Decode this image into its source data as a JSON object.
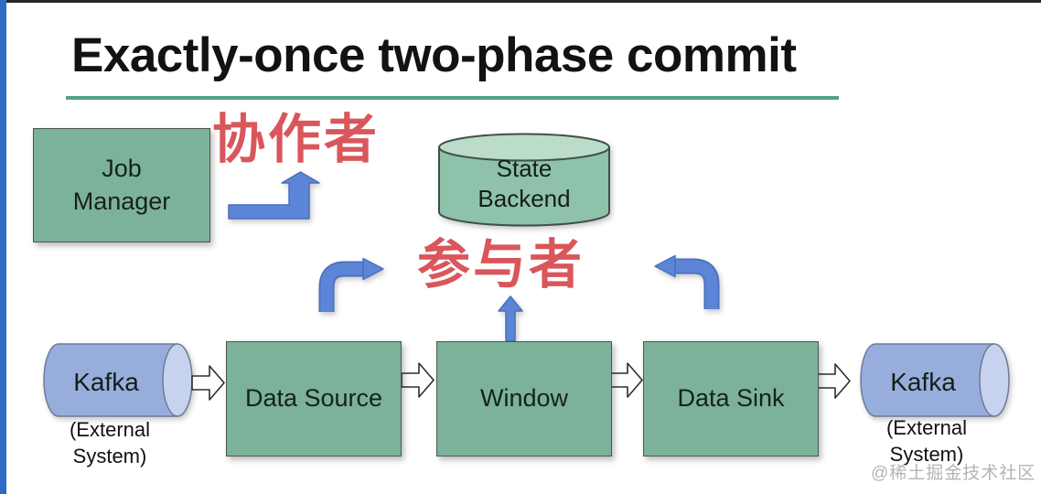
{
  "title": {
    "text": "Exactly-once two-phase commit"
  },
  "annotations": {
    "coordinator": "协作者",
    "participant": "参与者"
  },
  "nodes": {
    "job_manager": {
      "line1": "Job",
      "line2": "Manager"
    },
    "state_backend": {
      "line1": "State",
      "line2": "Backend"
    },
    "kafka_left": {
      "label": "Kafka",
      "sub_line1": "(External",
      "sub_line2": "System)"
    },
    "data_source": {
      "label": "Data Source"
    },
    "window": {
      "label": "Window"
    },
    "data_sink": {
      "label": "Data Sink"
    },
    "kafka_right": {
      "label": "Kafka",
      "sub_line1": "(External",
      "sub_line2": "System)"
    }
  },
  "colors": {
    "title_black": "#121212",
    "underline_green": "#53a287",
    "box_green": "#7cb29a",
    "box_border": "#4c564f",
    "cylinder_green_body": "#8fc2ab",
    "cylinder_green_top": "#bcdcca",
    "cylinder_green_border": "#40504a",
    "cylinder_blue_body": "#97aedd",
    "cylinder_blue_cap": "#c7d2ef",
    "cylinder_blue_border": "#6e7b97",
    "arrow_blue": "#5c85d8",
    "arrow_blue_border": "#4a70bd",
    "hollow_arrow_fill": "#fdfdfd",
    "hollow_arrow_border": "#2e2e2e",
    "annotation_red": "#d9565a",
    "left_bar_blue": "#2f6ac5",
    "top_line_dark": "#262626",
    "watermark_gray": "#b4b4b4"
  },
  "watermark": {
    "text": "@稀土掘金技术社区"
  }
}
